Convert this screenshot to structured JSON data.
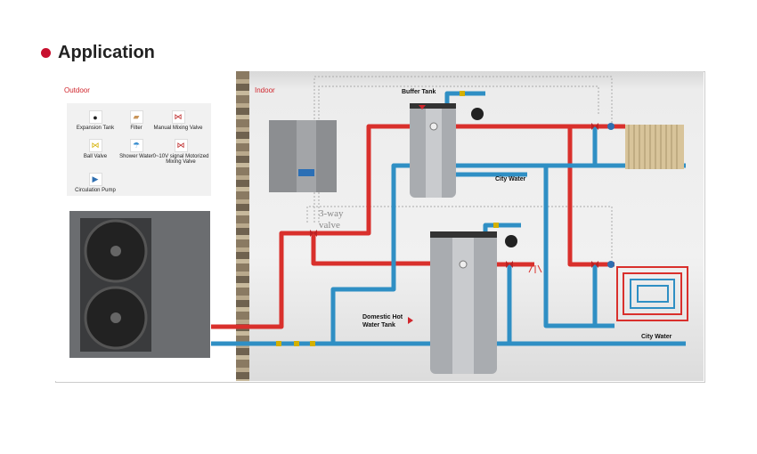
{
  "title": "Application",
  "zones": {
    "outdoor": "Outdoor",
    "indoor": "Indoor"
  },
  "legend": [
    {
      "label": "Expansion Tank",
      "icon": "expansion-tank-icon"
    },
    {
      "label": "Filter",
      "icon": "filter-icon"
    },
    {
      "label": "Manual Mixing Valve",
      "icon": "manual-mixing-valve-icon"
    },
    {
      "label": "Ball Valve",
      "icon": "ball-valve-icon"
    },
    {
      "label": "Shower Water",
      "icon": "shower-icon"
    },
    {
      "label": "0~10V signal Motorized Mixing Valve",
      "icon": "motorized-mixing-valve-icon"
    },
    {
      "label": "Circulation Pump",
      "icon": "circulation-pump-icon"
    }
  ],
  "labels": {
    "buffer_tank": "Buffer Tank",
    "city_water_1": "City Water",
    "city_water_2": "City Water",
    "dhw_line1": "Domestic Hot",
    "dhw_line2": "Water Tank",
    "three_way_1": "3-way",
    "three_way_2": "valve"
  },
  "colors": {
    "hot": "#d9302c",
    "cold": "#2f8fc4",
    "accent": "#c8102e"
  }
}
